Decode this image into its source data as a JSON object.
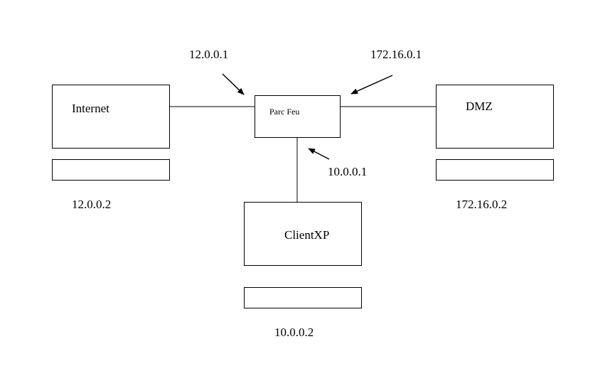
{
  "colors": {
    "line": "#000000",
    "background": "#ffffff"
  },
  "nodes": {
    "internet": {
      "name": "Internet",
      "ip": "12.0.0.2"
    },
    "firewall": {
      "name": "Parc Feu"
    },
    "dmz": {
      "name": "DMZ",
      "ip": "172.16.0.2"
    },
    "client": {
      "name": "ClientXP",
      "ip": "10.0.0.2"
    }
  },
  "interfaces": {
    "internet_side": "12.0.0.1",
    "dmz_side": "172.16.0.1",
    "client_side": "10.0.0.1"
  }
}
